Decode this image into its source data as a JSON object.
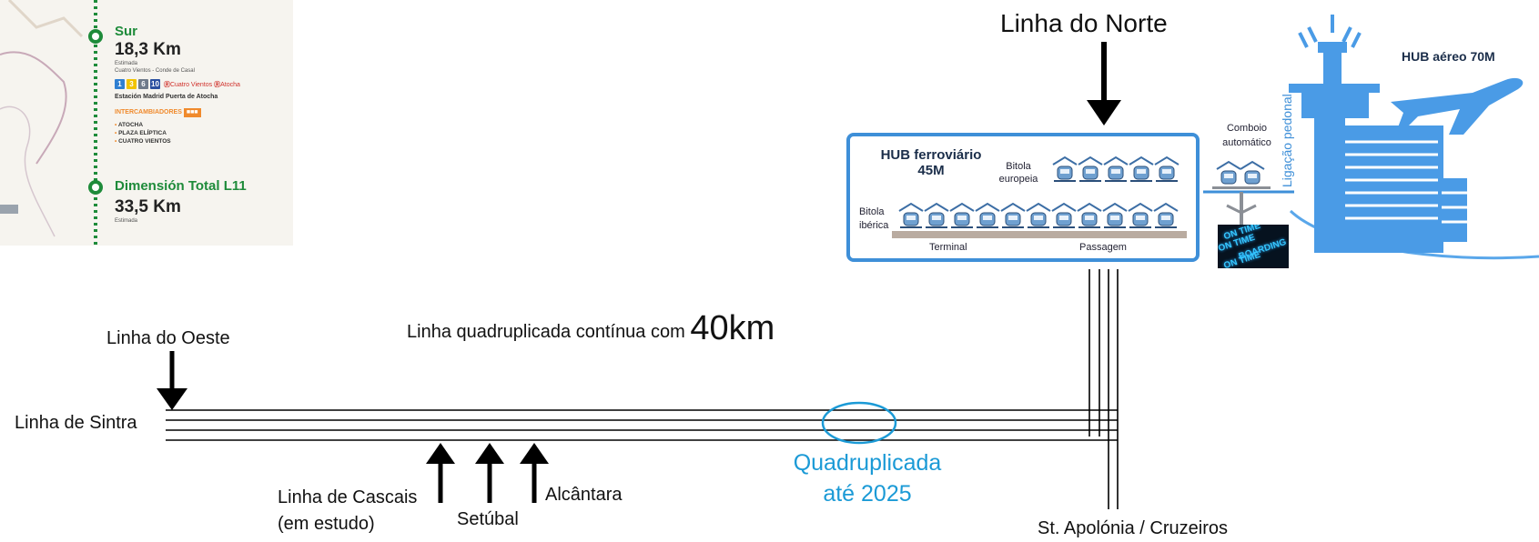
{
  "map_legend": {
    "sur_name": "Sur",
    "sur_length": "18,3 Km",
    "sur_estimate": "Estimada",
    "sur_route": "Cuatro Vientos - Conde de Casal",
    "line_badges": [
      "1",
      "3",
      "6",
      "10"
    ],
    "badge_colors": [
      "#2f7fd1",
      "#f2c300",
      "#6f7b8a",
      "#2a4fa0"
    ],
    "cercanias_labels": [
      "Cuatro Vientos",
      "Atocha"
    ],
    "station_name": "Estación Madrid Puerta de Atocha",
    "interchange_title": "INTERCAMBIADORES",
    "interchanges": [
      "ATOCHA",
      "PLAZA ELÍPTICA",
      "CUATRO VIENTOS"
    ],
    "total_name": "Dimensión Total L11",
    "total_length": "33,5 Km",
    "total_estimate": "Estimada",
    "accent_green": "#1e8b3a"
  },
  "rail": {
    "linha_norte": "Linha do Norte",
    "linha_oeste": "Linha do Oeste",
    "linha_sintra": "Linha de Sintra",
    "quad_text": "Linha quadruplicada contínua com",
    "quad_km": "40km",
    "linha_cascais_1": "Linha de Cascais",
    "linha_cascais_2": "(em estudo)",
    "setubal": "Setúbal",
    "alcantara": "Alcântara",
    "quad_caption_1": "Quadruplicada",
    "quad_caption_2": "até 2025",
    "st_apolonia": "St. Apolónia / Cruzeiros",
    "highlight_color": "#1b9ad6"
  },
  "hub": {
    "title_1": "HUB ferroviário",
    "title_2": "45M",
    "bitola_europeia_1": "Bitola",
    "bitola_europeia_2": "europeia",
    "bitola_iberica_1": "Bitola",
    "bitola_iberica_2": "ibérica",
    "terminal": "Terminal",
    "passagem": "Passagem",
    "comboio_1": "Comboio",
    "comboio_2": "automático",
    "ligacao": "Ligação pedonal",
    "hub_aereo": "HUB aéreo 70M",
    "board_lines": [
      "ON TIME",
      "ON TIME",
      "BOARDING",
      "ON TIME"
    ],
    "border_color": "#3e8fd8"
  }
}
